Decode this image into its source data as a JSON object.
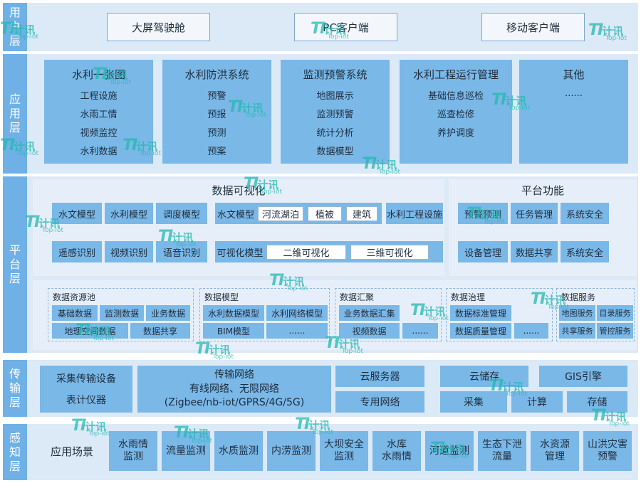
{
  "layers": {
    "user": "用户层",
    "app": "应用层",
    "platform": "平台层",
    "transport": "传输层",
    "perception": "感知层"
  },
  "user_layer": [
    "大屏驾驶舱",
    "PC客户端",
    "移动客户端"
  ],
  "app_layer": [
    {
      "title": "水利一张图",
      "items": [
        "工程设施",
        "水雨工情",
        "视频监控",
        "水利数据"
      ]
    },
    {
      "title": "水利防洪系统",
      "items": [
        "预警",
        "预报",
        "预测",
        "预案"
      ]
    },
    {
      "title": "监测预警系统",
      "items": [
        "地图展示",
        "监测预警",
        "统计分析",
        "数据模型"
      ]
    },
    {
      "title": "水利工程运行管理",
      "items": [
        "基础信息巡检",
        "巡查检修",
        "养护调度"
      ]
    },
    {
      "title": "其他",
      "items": [
        "......"
      ]
    }
  ],
  "platform_layer": {
    "dataviz_title": "数据可视化",
    "row1_left": [
      "水文模型",
      "水利模型",
      "调度模型"
    ],
    "row2_left": [
      "遥感识别",
      "视频识别",
      "语音识别"
    ],
    "hydro_label": "水文模型",
    "hydro_items": [
      "河流湖泊",
      "植被",
      "建筑"
    ],
    "hydro_facility": "水利工程设施",
    "vis_label": "可视化模型",
    "vis_items": [
      "二维可视化",
      "三维可视化"
    ],
    "func_title": "平台功能",
    "func_items": [
      "预警预测",
      "任务管理",
      "系统安全",
      "设备管理",
      "数据共享",
      "系统安全"
    ],
    "groups": [
      {
        "title": "数据资源池",
        "items": [
          "基础数据",
          "监测数据",
          "业务数据",
          "地理空间数据",
          "数据共享"
        ]
      },
      {
        "title": "数据模型",
        "items": [
          "水利数据模型",
          "水利网络模型",
          "BIM模型",
          "......"
        ]
      },
      {
        "title": "数据汇聚",
        "items": [
          "业务数据汇集",
          "视频数据",
          "......"
        ]
      },
      {
        "title": "数据治理",
        "items": [
          "数据标准管理",
          "数据质量管理",
          "......"
        ]
      },
      {
        "title": "数据服务",
        "items": [
          "地图服务",
          "目录服务",
          "共享服务",
          "管控服务"
        ]
      }
    ]
  },
  "transport_layer": {
    "left": [
      "采集传输设备",
      "表计仪器"
    ],
    "network_title": "传输网络",
    "network_line1": "有线网络、无限网络",
    "network_line2": "(Zigbee/nb-iot/GPRS/4G/5G)",
    "cloud": [
      "云服务器",
      "专用网络"
    ],
    "storage": [
      "云储存",
      "GIS引擎",
      "采集",
      "计算",
      "存储"
    ]
  },
  "perception_layer": {
    "scene": "应用场景",
    "items": [
      "水雨情\n监测",
      "流量监测",
      "水质监测",
      "内涝监测",
      "大坝安全\n监测",
      "水库\n水雨情",
      "河道监测",
      "生态下泄\n流量",
      "水资源\n管理",
      "山洪灾害\n预警"
    ]
  },
  "watermark": {
    "brand": "计讯",
    "sub": "Top-iot"
  },
  "colors": {
    "label": "#6fb1e6",
    "card": "#7ab8e8",
    "bg": "#dce9f6",
    "watermark": "#22b8b0"
  }
}
